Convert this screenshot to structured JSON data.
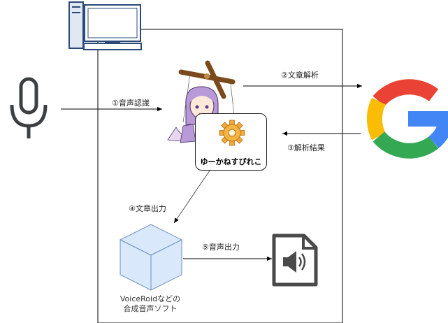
{
  "steps": {
    "speech_recognition": "①音声認識",
    "text_analysis": "②文章解析",
    "analysis_result": "③解析結果",
    "text_output": "④文章出力",
    "audio_output": "⑤音声出力"
  },
  "bot": {
    "name": "ゆーかねすぴれこ"
  },
  "synth": {
    "caption_line1": "VoiceRoidなどの",
    "caption_line2": "合成音声ソフト"
  },
  "icons": {
    "pc": "desktop-computer-icon",
    "mic": "microphone-icon",
    "google": "google-g-logo",
    "gear": "gear-icon",
    "character": "marionette-character",
    "cube": "cube-icon",
    "audio_file": "audio-file-icon"
  },
  "colors": {
    "google_red": "#EA4335",
    "google_yellow": "#FBBC05",
    "google_green": "#34A853",
    "google_blue": "#4285F4",
    "cube": "#DAE8FC",
    "gear": "#F2A93B"
  }
}
